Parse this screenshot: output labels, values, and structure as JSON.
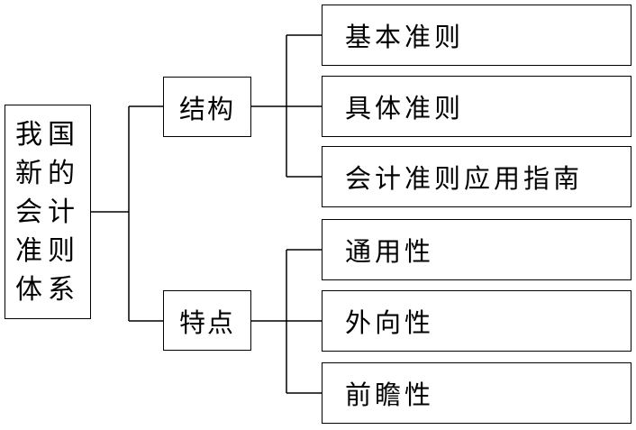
{
  "root": {
    "label": "我国新的会计准则体系"
  },
  "branches": [
    {
      "label": "结构",
      "children": [
        "基本准则",
        "具体准则",
        "会计准则应用指南"
      ]
    },
    {
      "label": "特点",
      "children": [
        "通用性",
        "外向性",
        "前瞻性"
      ]
    }
  ]
}
